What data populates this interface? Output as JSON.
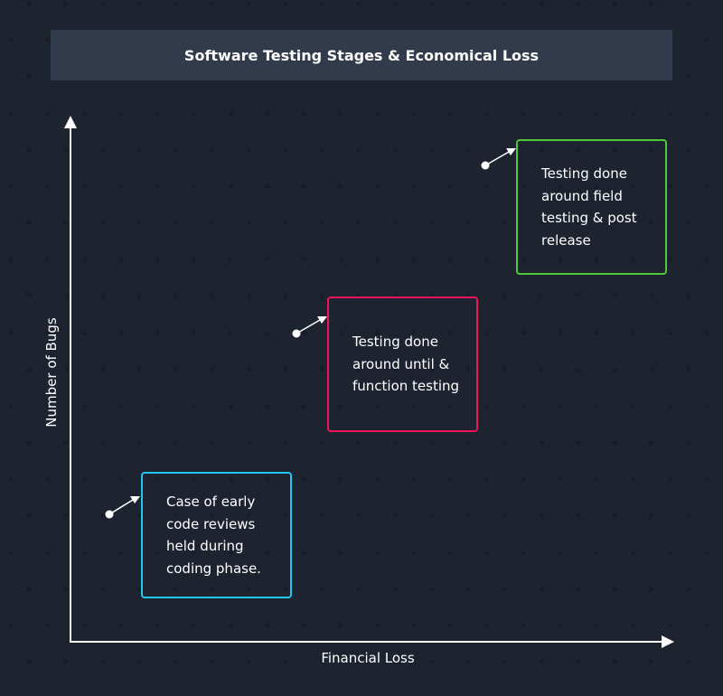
{
  "title": "Software Testing Stages & Economical Loss",
  "axes": {
    "x_label": "Financial Loss",
    "y_label": "Number of Bugs"
  },
  "stages": [
    {
      "text": "Case of early code reviews held during coding phase.",
      "color": "#1ec8f0"
    },
    {
      "text": "Testing done around until & function testing",
      "color": "#f0145a"
    },
    {
      "text": "Testing done around field testing & post release",
      "color": "#50c83c"
    }
  ]
}
